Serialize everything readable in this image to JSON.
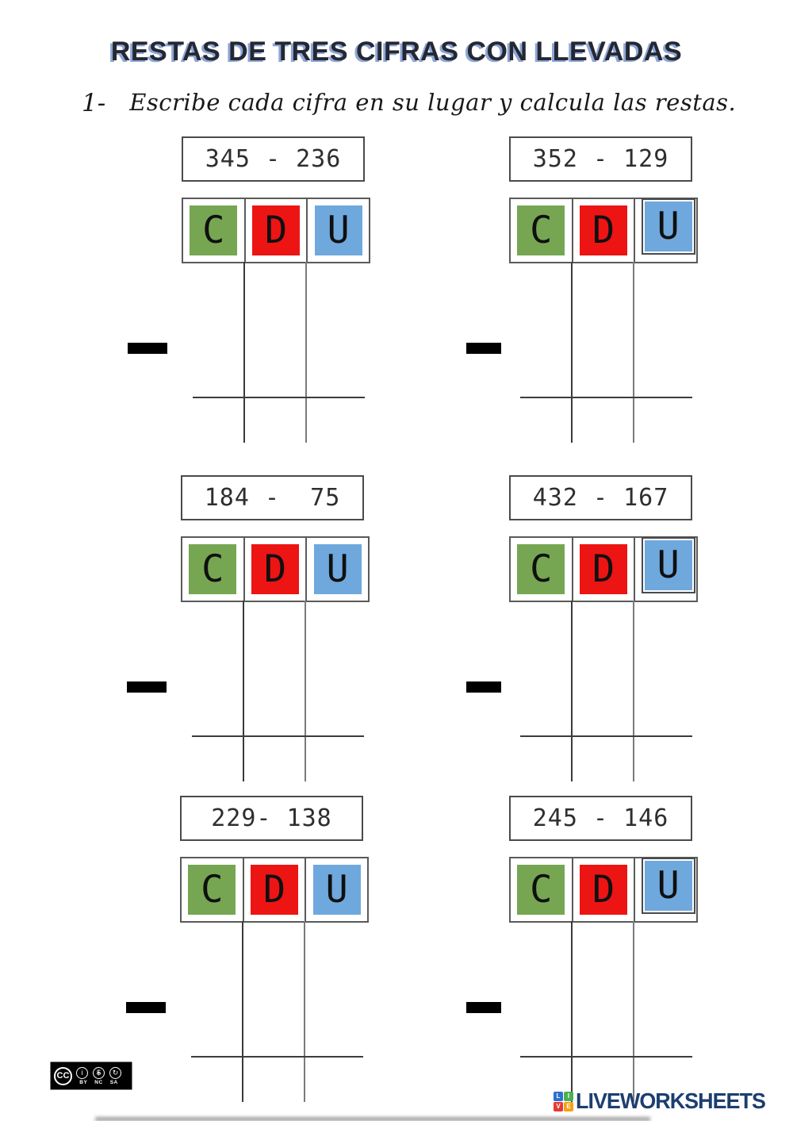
{
  "page": {
    "title": "RESTAS DE TRES CIFRAS CON LLEVADAS",
    "exercise_number": "1-",
    "instruction": "Escribe cada cifra en su lugar y calcula las restas."
  },
  "cdu": {
    "letters": [
      {
        "label": "C",
        "color": "#76a652"
      },
      {
        "label": "D",
        "color": "#ed1414"
      },
      {
        "label": "U",
        "color": "#6fa8dc"
      }
    ]
  },
  "problems": [
    {
      "expression": "345 - 236"
    },
    {
      "expression": "352 - 129"
    },
    {
      "expression": "184 -  75"
    },
    {
      "expression": "432 - 167"
    },
    {
      "expression": "229- 138"
    },
    {
      "expression": "245 - 146"
    }
  ],
  "footer": {
    "license": {
      "cc_label": "CC",
      "icons": [
        {
          "name": "person-icon",
          "glyph": "i"
        },
        {
          "name": "no-currency-icon",
          "glyph": "$"
        },
        {
          "name": "share-alike-icon",
          "glyph": "↻"
        }
      ],
      "labels": {
        "by": "BY",
        "nc": "NC",
        "sa": "SA"
      }
    },
    "brand": {
      "squares": [
        {
          "letter": "L",
          "color": "#2f6fd0"
        },
        {
          "letter": "I",
          "color": "#4caf50"
        },
        {
          "letter": "V",
          "color": "#e53935"
        },
        {
          "letter": "E",
          "color": "#f6a01a"
        }
      ],
      "wordmark": "LIVEWORKSHEETS",
      "wordmark_color": "#1c3e70"
    }
  },
  "colors": {
    "title_text": "#232832",
    "title_shadow": "#8fa6d8",
    "minus_bar": "#000000",
    "grid_line": "#3a3a3a"
  }
}
